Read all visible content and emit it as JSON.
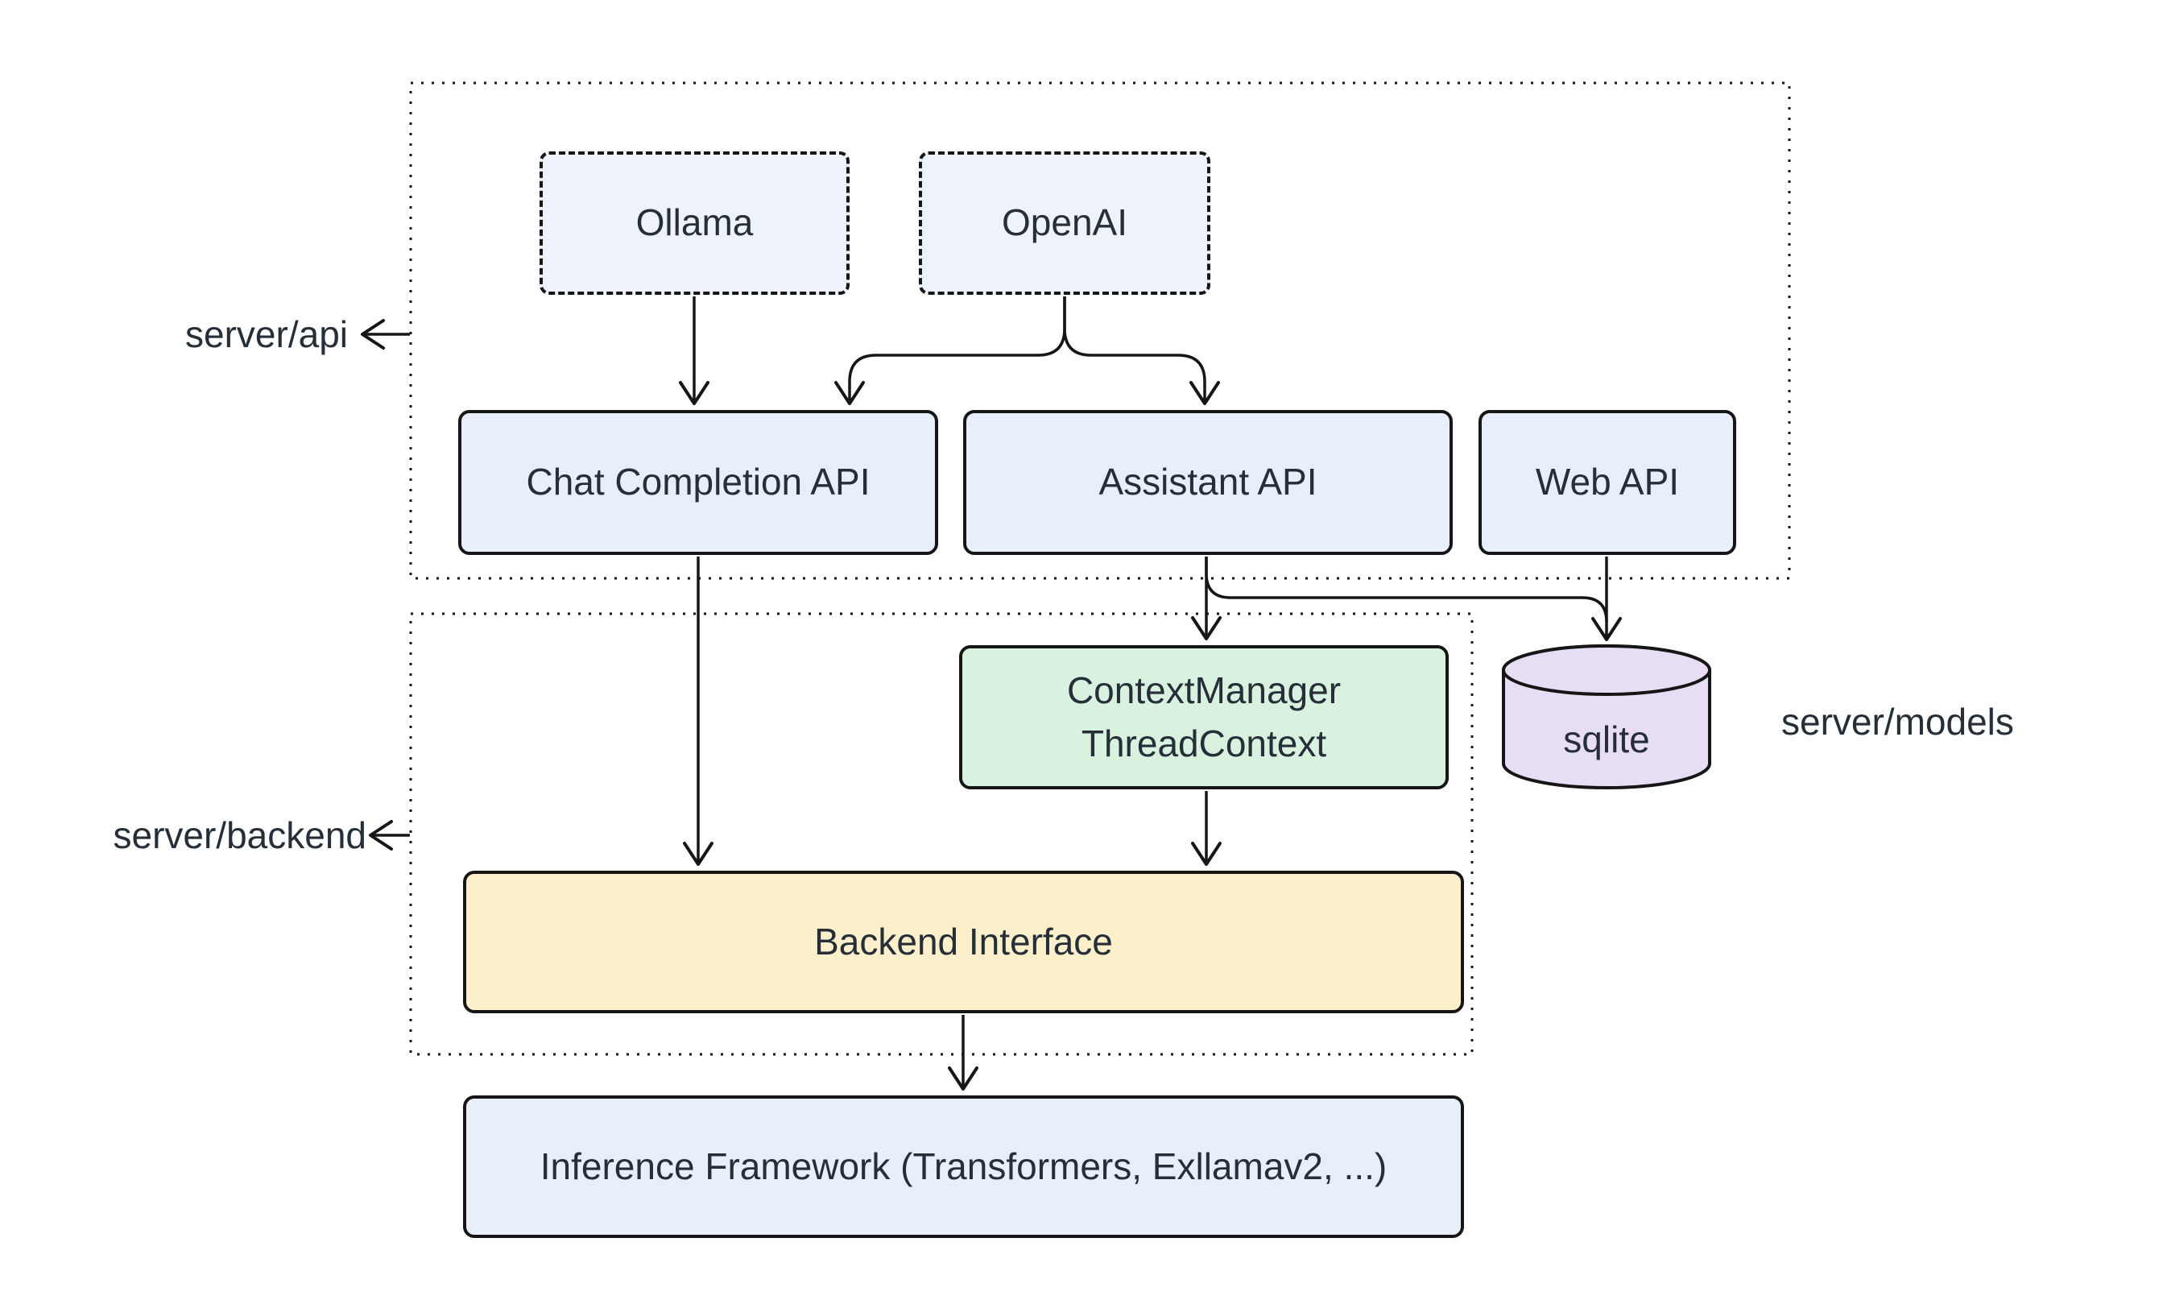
{
  "diagram_type": "architecture-flowchart",
  "regions": {
    "api_label": "server/api",
    "backend_label": "server/backend",
    "models_label": "server/models"
  },
  "nodes": {
    "ollama": "Ollama",
    "openai": "OpenAI",
    "chat_api": "Chat Completion API",
    "assistant_api": "Assistant API",
    "web_api": "Web API",
    "context_line1": "ContextManager",
    "context_line2": "ThreadContext",
    "backend_interface": "Backend Interface",
    "inference": "Inference Framework (Transformers, Exllamav2, ...)",
    "sqlite": "sqlite"
  },
  "edges": [
    {
      "from": "Ollama",
      "to": "Chat Completion API"
    },
    {
      "from": "OpenAI",
      "to": "Chat Completion API"
    },
    {
      "from": "OpenAI",
      "to": "Assistant API"
    },
    {
      "from": "Chat Completion API",
      "to": "Backend Interface"
    },
    {
      "from": "Assistant API",
      "to": "ContextManager ThreadContext"
    },
    {
      "from": "Assistant API",
      "to": "sqlite"
    },
    {
      "from": "Web API",
      "to": "sqlite"
    },
    {
      "from": "ContextManager ThreadContext",
      "to": "Backend Interface"
    },
    {
      "from": "Backend Interface",
      "to": "Inference Framework (Transformers, Exllamav2, ...)"
    },
    {
      "from": "server/api region border",
      "to": "server/api label"
    },
    {
      "from": "server/backend region border",
      "to": "server/backend label"
    }
  ],
  "colors": {
    "node_blue": "#e9eefb",
    "dashed_blue": "#edf2fb",
    "green": "#d9f2e0",
    "yellow": "#fcf0cc",
    "purple": "#e7def6",
    "stroke": "#161616",
    "text": "#262e38"
  }
}
